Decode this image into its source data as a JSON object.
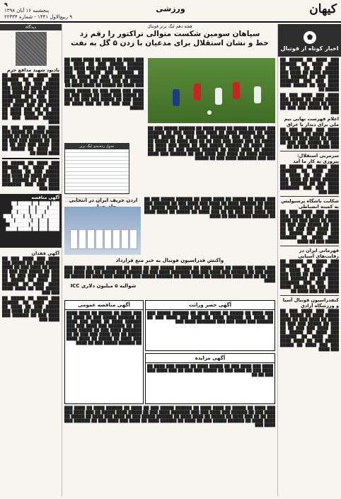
{
  "header": {
    "logo": "کیهان",
    "page_name": "ورزشی",
    "date_line1": "پنجشنبه ۱۶ آبان ۱۳۹۸",
    "date_line2": "۹ ربیع‌الاول ۱۴۴۱ - شماره ۲۲۳۳۴",
    "page_no": "۹"
  },
  "right": {
    "brand_title": "اخبار کوتاه از فوتبال",
    "box1": "اعلام فهرست نهایی تیم ملی برای دیدار با عراق",
    "box2": "سرمربی استقلال: پیروزی به کار ما آمد",
    "box3": "شکایت باشگاه پرسپولیس به کمیته انضباطی",
    "box4": "قهرمانی ایران در رقابت‌های آسیایی",
    "box5": "کنفدراسیون فوتبال آسیا و ورزشگاه آزادی"
  },
  "left": {
    "section_title": "دیدگاه",
    "caption": "یادبود شهید مدافع حرم",
    "black_title": "آگهی مناقصه",
    "notice": "آگهی فقدان"
  },
  "main": {
    "kicker": "هفته دهم لیگ برتر فوتبال",
    "headline1": "سپاهان سومین شکست متوالی تراکتور را رقم زد",
    "headline2": "خط و نشان استقلال برای مدعیان با زدن ۵ گل به نفت",
    "table_title": "جدول رده‌بندی لیگ برتر",
    "story2_title": "اردن حریف ایران در انتخابی جام جهانی",
    "story3_title": "واکنش فدراسیون فوتبال به خبر منع قرارداد",
    "story4_title": "شوالیه ۵ میلیون دلاری ICC",
    "ad1_title": "آگهی حصر وراثت",
    "ad2_title": "آگهی مزایده",
    "ad3_title": "آگهی مناقصه عمومی"
  }
}
